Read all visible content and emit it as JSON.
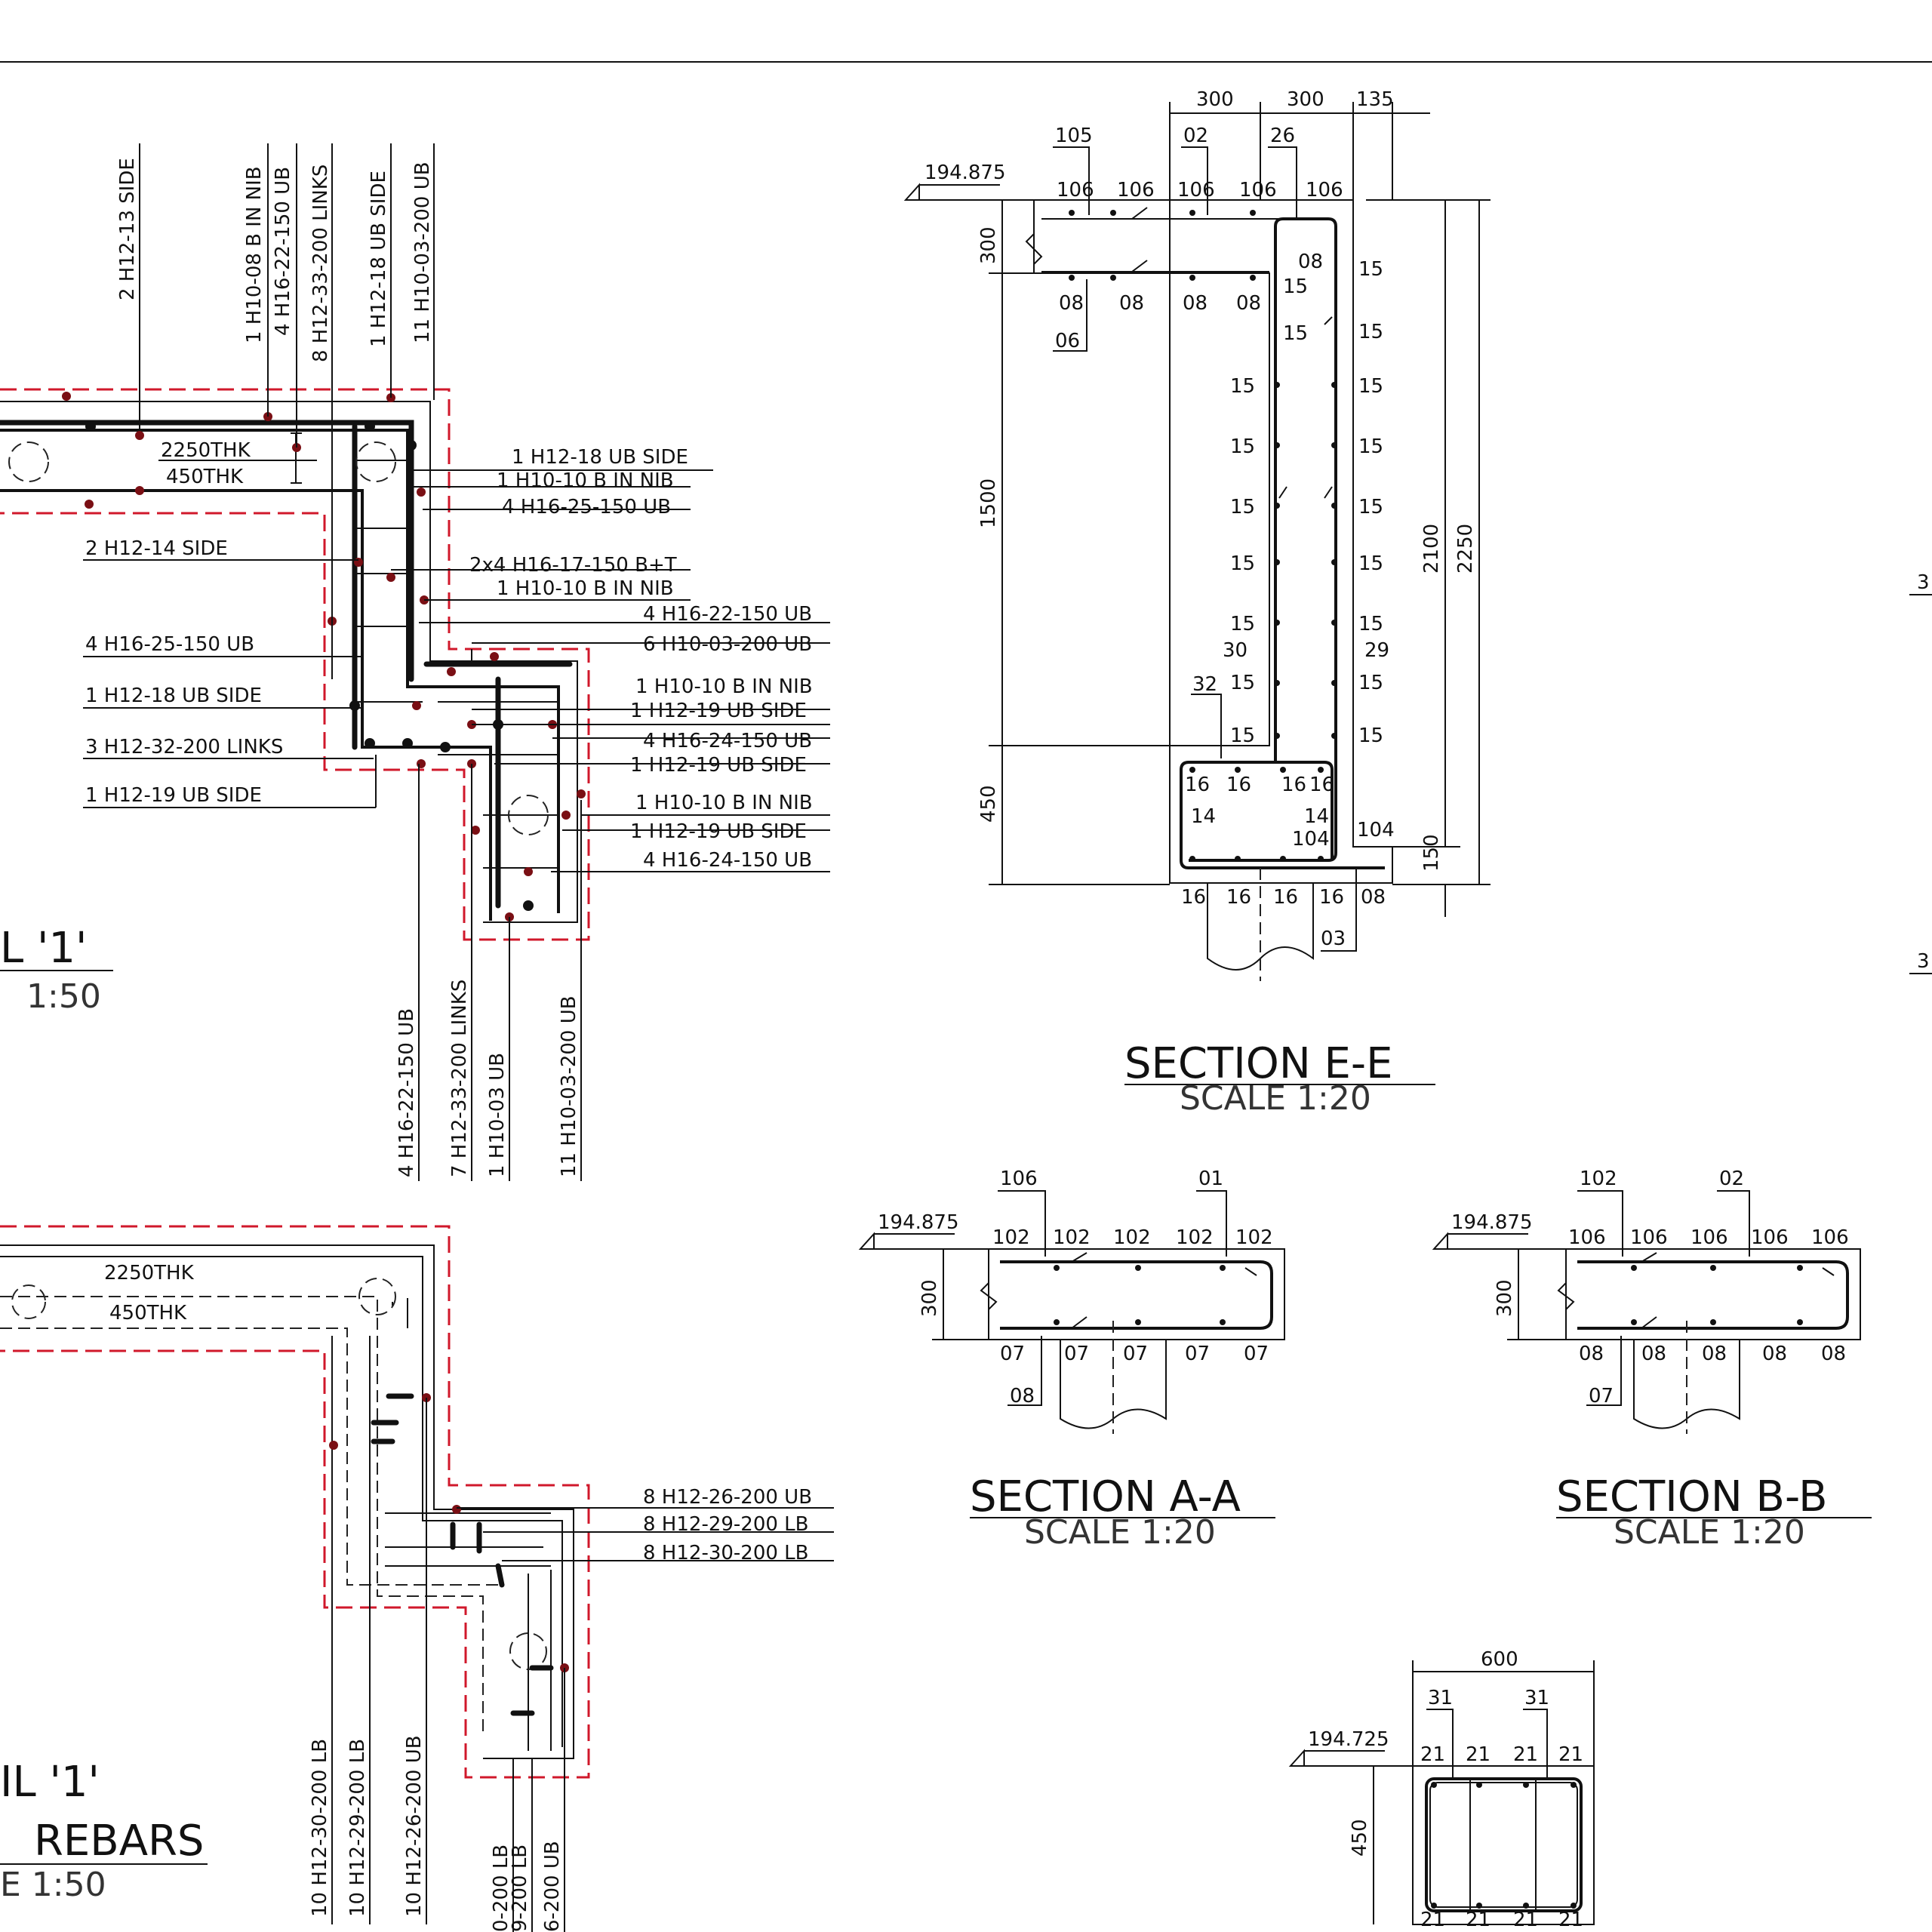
{
  "detail_plan": {
    "title": "L '1'",
    "scale": "1:50",
    "slab_labels": [
      "2250THK",
      "450THK"
    ],
    "top_vertical_callouts": [
      "2 H12-13 SIDE",
      "1 H10-08 B IN NIB",
      "4 H16-22-150 UB",
      "8 H12-33-200 LINKS",
      "1 H12-18  UB SIDE",
      "11 H10-03-200 UB"
    ],
    "right_callouts": [
      "1 H12-18  UB SIDE",
      "1 H10-10 B IN NIB",
      "4 H16-25-150 UB",
      "2x4 H16-17-150 B+T",
      "1 H10-10 B IN NIB",
      "4 H16-22-150 UB",
      "6 H10-03-200 UB",
      "1 H10-10 B IN NIB",
      "1 H12-19  UB SIDE",
      "4 H16-24-150 UB",
      "1 H12-19  UB SIDE",
      "1 H10-10 B IN NIB",
      "1 H12-19  UB SIDE",
      "4 H16-24-150 UB"
    ],
    "left_callouts": [
      "2 H12-14 SIDE",
      "4 H16-25-150 UB",
      "1 H12-18  UB SIDE",
      "3 H12-32-200 LINKS",
      "1 H12-19  UB SIDE"
    ],
    "bottom_vertical_callouts": [
      "4 H16-22-150 UB",
      "7 H12-33-200 LINKS",
      "1 H10-03 UB",
      "11 H10-03-200 UB"
    ]
  },
  "detail_lower": {
    "title_line1": "IL '1'",
    "title_line2": "REBARS",
    "scale": "E 1:50",
    "slab_labels": [
      "2250THK",
      "450THK"
    ],
    "right_callouts": [
      "8 H12-26-200 UB",
      "8 H12-29-200 LB",
      "8 H12-30-200 LB"
    ],
    "vertical_callouts": [
      "10 H12-30-200 LB",
      "10 H12-29-200 LB",
      "10 H12-26-200 UB"
    ],
    "bottom_vertical_callouts": [
      "0-200 LB",
      "9-200 LB",
      "6-200 UB"
    ]
  },
  "section_ee": {
    "title": "SECTION E-E",
    "scale": "SCALE 1:20",
    "level": "194.875",
    "dims_top": [
      "300",
      "300",
      "135"
    ],
    "dims_left": [
      "300",
      "1500",
      "450"
    ],
    "dims_right": [
      "2100",
      "2250",
      "150"
    ],
    "top_marks": [
      "105",
      "02",
      "26"
    ],
    "top_bars": [
      "106",
      "106",
      "106",
      "106",
      "106"
    ],
    "bottom_bars": [
      "08",
      "08",
      "08",
      "08"
    ],
    "other_marks": [
      "06",
      "08",
      "15",
      "15",
      "30",
      "29",
      "32",
      "16",
      "16",
      "16",
      "16",
      "14",
      "14",
      "104",
      "104",
      "03"
    ],
    "side_marks": [
      "15",
      "15",
      "15",
      "15",
      "15",
      "15",
      "15",
      "15",
      "15"
    ],
    "base_bars": [
      "16",
      "16",
      "16",
      "16",
      "08"
    ]
  },
  "section_aa": {
    "title": "SECTION A-A",
    "scale": "SCALE 1:20",
    "level": "194.875",
    "dim": "300",
    "top_marks": [
      "106",
      "01"
    ],
    "top_bars": [
      "102",
      "102",
      "102",
      "102",
      "102"
    ],
    "bottom_bars": [
      "07",
      "07",
      "07",
      "07",
      "07"
    ],
    "bottom_mark": "08"
  },
  "section_bb": {
    "title": "SECTION B-B",
    "scale": "SCALE 1:20",
    "level": "194.875",
    "dim": "300",
    "top_marks": [
      "102",
      "02"
    ],
    "top_bars": [
      "106",
      "106",
      "106",
      "106",
      "106"
    ],
    "bottom_bars": [
      "08",
      "08",
      "08",
      "08",
      "08"
    ],
    "bottom_mark": "07"
  },
  "section_small": {
    "level": "194.725",
    "dim_top": "600",
    "dim_left": "450",
    "top_marks": [
      "31",
      "31"
    ],
    "top_bars": [
      "21",
      "21",
      "21",
      "21"
    ],
    "bottom_bars": [
      "21",
      "21",
      "21",
      "21"
    ]
  },
  "edge_marks": [
    "3",
    "3"
  ]
}
